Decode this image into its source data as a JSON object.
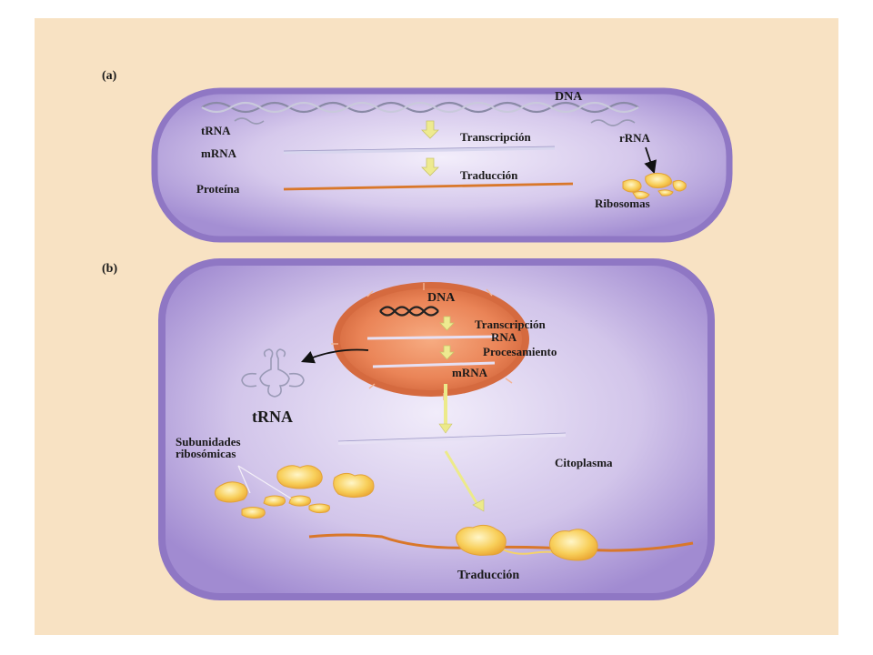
{
  "panel_a": {
    "label": "(a)",
    "dna": "DNA",
    "trna": "tRNA",
    "mrna": "mRNA",
    "proteina": "Proteína",
    "transcripcion": "Transcripción",
    "traduccion": "Traducción",
    "rrna": "rRNA",
    "ribosomas": "Ribosomas"
  },
  "panel_b": {
    "label": "(b)",
    "dna": "DNA",
    "transcripcion": "Transcripción",
    "rna": "RNA",
    "procesamiento": "Procesamiento",
    "mrna": "mRNA",
    "trna": "tRNA",
    "subunidades_line1": "Subunidades",
    "subunidades_line2": "ribosómicas",
    "citoplasma": "Citoplasma",
    "traduccion": "Traducción"
  },
  "colors": {
    "background": "#f8e2c3",
    "cell_fill": "#b7a4da",
    "cell_edge": "#8f77c4",
    "nucleus": "#e7855a",
    "ribosome": "#f7c64f",
    "protein_strand": "#d9772a",
    "arrow": "#ecea8a"
  }
}
